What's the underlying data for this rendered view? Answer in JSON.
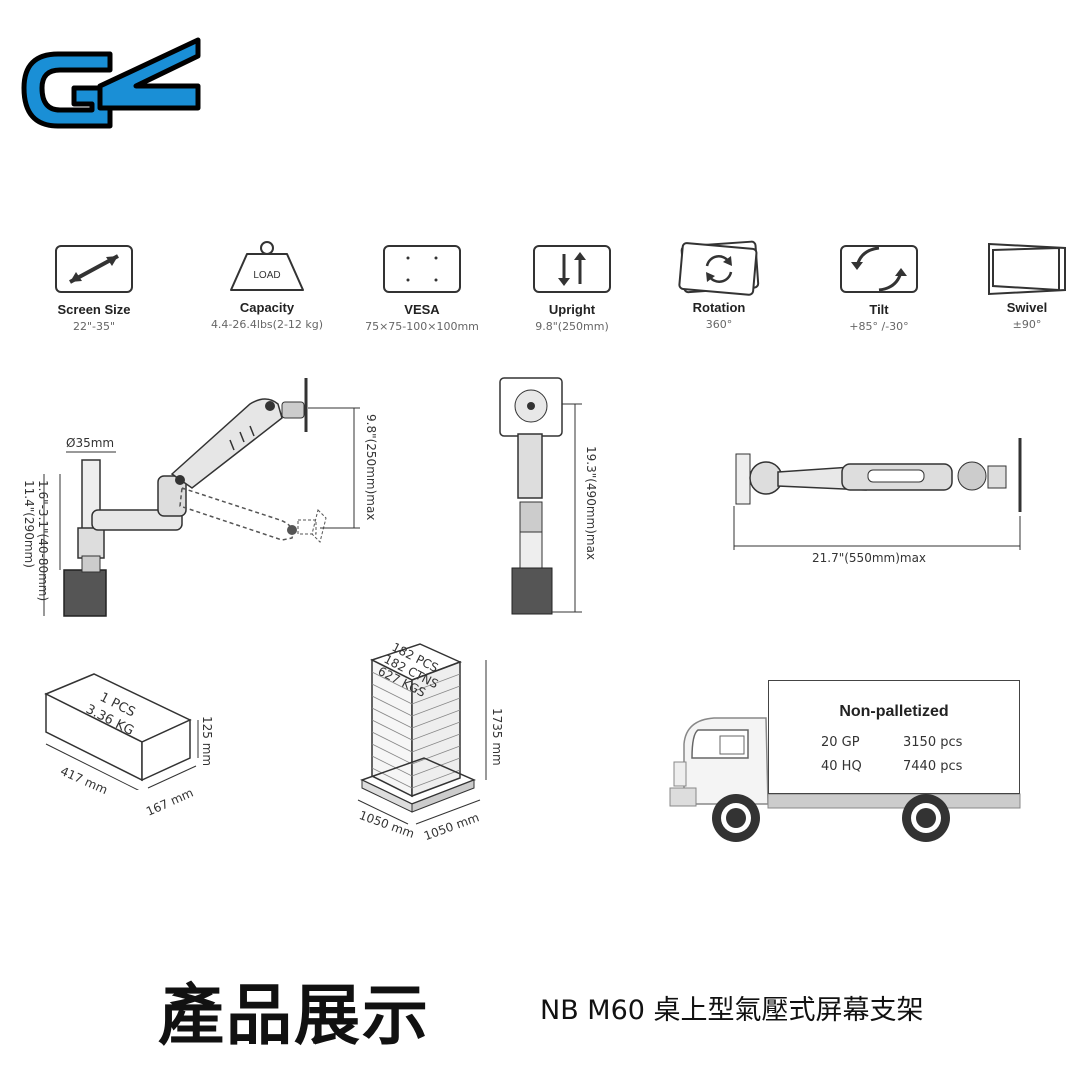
{
  "brand": {
    "logo_text": "GK",
    "accent": "#1a8fd6"
  },
  "specs": [
    {
      "icon": "screen-size-icon",
      "label": "Screen Size",
      "value": "22\"-35\""
    },
    {
      "icon": "capacity-icon",
      "icon_text": "LOAD",
      "label": "Capacity",
      "value": "4.4-26.4lbs(2-12 kg)"
    },
    {
      "icon": "vesa-icon",
      "label": "VESA",
      "value": "75×75-100×100mm"
    },
    {
      "icon": "upright-icon",
      "label": "Upright",
      "value": "9.8\"(250mm)"
    },
    {
      "icon": "rotation-icon",
      "label": "Rotation",
      "value": "360°"
    },
    {
      "icon": "tilt-icon",
      "label": "Tilt",
      "value": "+85° /-30°"
    },
    {
      "icon": "swivel-icon",
      "label": "Swivel",
      "value": "±90°"
    }
  ],
  "dimensions": {
    "pole_diameter": "Ø35mm",
    "base_height": "1.6\"-3.1\"(40-80mm)",
    "pole_height": "11.4\"(290mm)",
    "arm_rise": "9.8\"(250mm)max",
    "front_height": "19.3\"(490mm)max",
    "reach": "21.7\"(550mm)max"
  },
  "package": {
    "pcs": "1 PCS",
    "weight": "3.36 KG",
    "length": "417 mm",
    "width": "167 mm",
    "height": "125 mm"
  },
  "pallet": {
    "pcs": "182 PCS",
    "ctns": "182 CTNS",
    "kgs": "627 KGS",
    "height": "1735 mm",
    "length": "1050 mm",
    "width": "1050 mm"
  },
  "container": {
    "title": "Non-palletized",
    "rows": [
      {
        "type": "20 GP",
        "qty": "3150 pcs"
      },
      {
        "type": "40 HQ",
        "qty": "7440 pcs"
      }
    ]
  },
  "footer": {
    "title": "產品展示",
    "subtitle": "NB M60 桌上型氣壓式屏幕支架"
  }
}
